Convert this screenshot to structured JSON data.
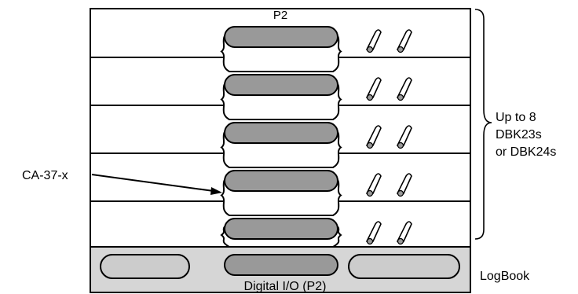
{
  "labels": {
    "top_connector": "P2",
    "bottom_connector": "Digital I/O (P2)",
    "cable": "CA-37-x",
    "stack_line1": "Up to 8",
    "stack_line2": "DBK23s",
    "stack_line3": "or DBK24s",
    "base_unit": "LogBook"
  },
  "colors": {
    "outline": "#000000",
    "connector_fill": "#999999",
    "base_fill": "#d6d6d6",
    "base_slot_fill": "#cccccc",
    "cable_fill": "#ffffff"
  },
  "module_count": 5
}
